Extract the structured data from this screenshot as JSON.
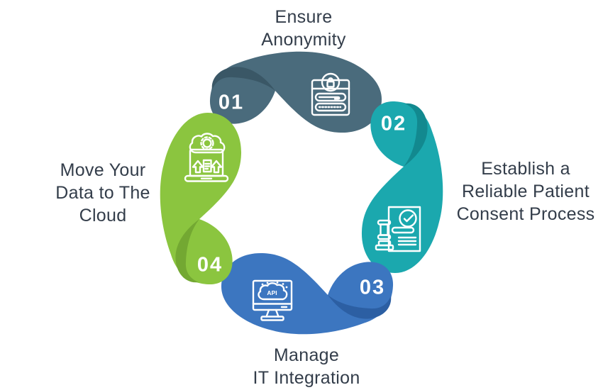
{
  "background_color": "#ffffff",
  "label_text_color": "#333D4A",
  "number_text_color": "#ffffff",
  "steps": [
    {
      "number": "01",
      "label_lines": [
        "Ensure",
        "Anonymity"
      ],
      "color": "#4A6B7C",
      "fold_color": "#3A5766",
      "icon": "browser-lock-icon"
    },
    {
      "number": "02",
      "label_lines": [
        "Establish a",
        "Reliable Patient",
        "Consent Process"
      ],
      "color": "#1BA8AE",
      "fold_color": "#12898F",
      "icon": "gavel-consent-icon"
    },
    {
      "number": "03",
      "label_lines": [
        "Manage",
        "IT Integration"
      ],
      "color": "#3C76C0",
      "fold_color": "#2C5FA3",
      "icon": "monitor-api-icon"
    },
    {
      "number": "04",
      "label_lines": [
        "Move Your",
        "Data to The",
        "Cloud"
      ],
      "color": "#8BC53F",
      "fold_color": "#73A832",
      "icon": "laptop-cloud-icon"
    }
  ]
}
